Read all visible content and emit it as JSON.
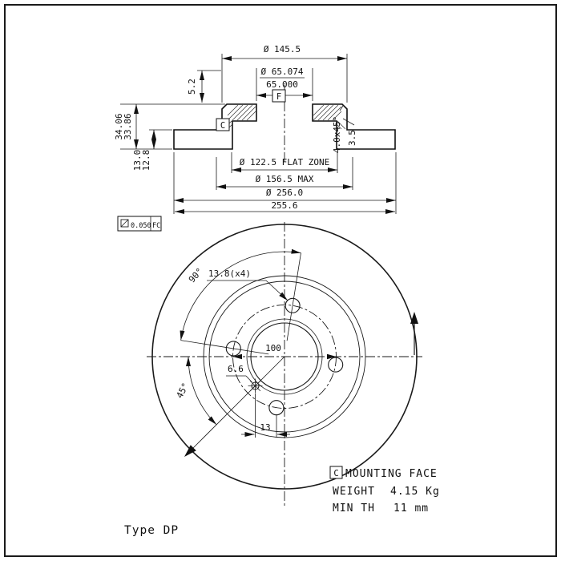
{
  "section": {
    "hat_diameter": "Ø 145.5",
    "bore_dia_max": "Ø 65.074",
    "bore_dia_min": "65.000",
    "datum_f": "F",
    "datum_c": "C",
    "dim_5_2": "5.2",
    "height_max": "34.06",
    "height_min": "33.86",
    "thickness_max": "13.0",
    "thickness_min": "12.8",
    "chamfer": "4.0x45°",
    "dim_3_5": "3.5",
    "flat_zone": "Ø 122.5 FLAT ZONE",
    "max_dia": "Ø 156.5 MAX",
    "outer_dia": "Ø 256.0",
    "outer_dia_min": "255.6",
    "finish_value": "0.050",
    "finish_code": "FC"
  },
  "front": {
    "angle_90": "90°",
    "bolt_hole_dia": "13.8(x4)",
    "pcd": "100",
    "angle_45": "45°",
    "small_hole_dia": "6.6",
    "small_hole_offset": "13"
  },
  "notes": {
    "datum_c": "C",
    "mounting_face": "MOUNTING FACE",
    "weight_label": "WEIGHT",
    "weight_value": "4.15 Kg",
    "min_th_label": "MIN TH",
    "min_th_value": "11 mm"
  },
  "footer": {
    "type_label": "Type DP"
  }
}
